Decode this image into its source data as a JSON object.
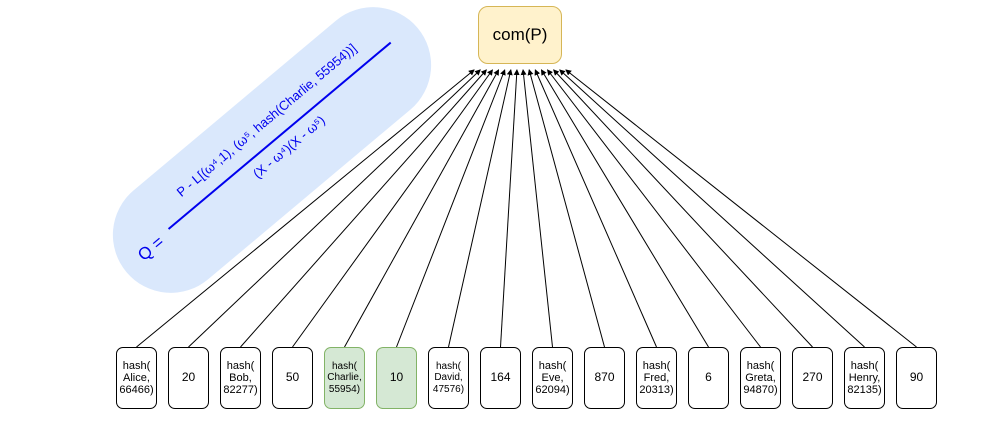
{
  "root": {
    "label": "com(P)"
  },
  "formula": {
    "lhs": "Q =",
    "numerator": "P - L[(ω⁴,1), (ω⁵, hash(Charlie, 55954))]",
    "denominator": "(X - ω⁴)(X - ω⁵)"
  },
  "leaves": [
    {
      "label": "hash(\nAlice,\n66466)",
      "kind": "hash",
      "highlight": false
    },
    {
      "label": "20",
      "kind": "num",
      "highlight": false
    },
    {
      "label": "hash(\nBob,\n82277)",
      "kind": "hash",
      "highlight": false
    },
    {
      "label": "50",
      "kind": "num",
      "highlight": false
    },
    {
      "label": "hash(\nCharlie,\n55954)",
      "kind": "small",
      "highlight": true
    },
    {
      "label": "10",
      "kind": "num",
      "highlight": true
    },
    {
      "label": "hash(\nDavid,\n47576)",
      "kind": "small",
      "highlight": false
    },
    {
      "label": "164",
      "kind": "num",
      "highlight": false
    },
    {
      "label": "hash(\nEve,\n62094)",
      "kind": "hash",
      "highlight": false
    },
    {
      "label": "870",
      "kind": "num",
      "highlight": false
    },
    {
      "label": "hash(\nFred,\n20313)",
      "kind": "hash",
      "highlight": false
    },
    {
      "label": "6",
      "kind": "num",
      "highlight": false
    },
    {
      "label": "hash(\nGreta,\n94870)",
      "kind": "hash",
      "highlight": false
    },
    {
      "label": "270",
      "kind": "num",
      "highlight": false
    },
    {
      "label": "hash(\nHenry,\n82135)",
      "kind": "hash",
      "highlight": false
    },
    {
      "label": "90",
      "kind": "num",
      "highlight": false
    }
  ],
  "colors": {
    "root_fill": "#fff2cc",
    "root_border": "#d6b656",
    "highlight_fill": "#d5e8d4",
    "highlight_border": "#82b366",
    "formula_bg": "#dae8fc",
    "formula_text": "#0000ee",
    "edge": "#000000"
  }
}
